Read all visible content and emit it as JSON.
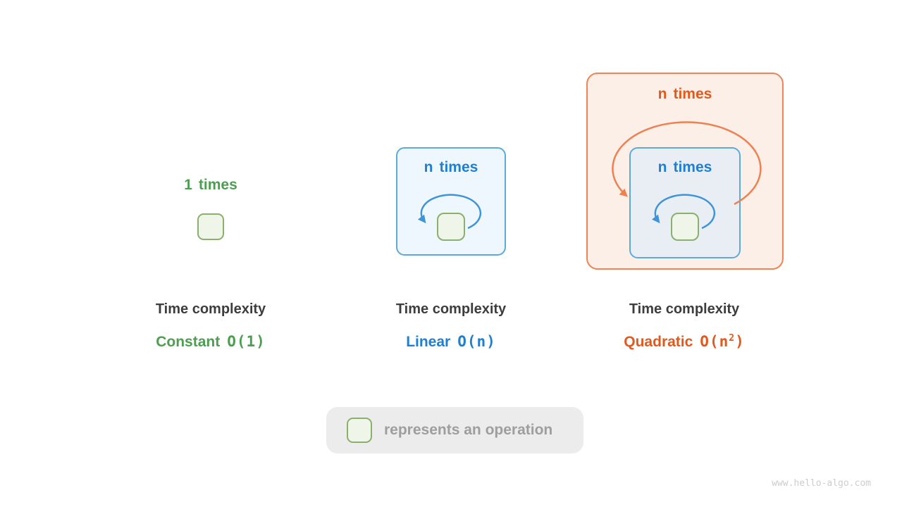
{
  "colors": {
    "green": "#4d9e51",
    "green_border": "#8ab06c",
    "green_fill": "#eff5e8",
    "blue": "#1f7fd1",
    "blue_border": "#5ea9dc",
    "blue_fill": "#eef7fd",
    "blue_inner_fill": "#e9eef5",
    "loop_blue": "#3e93d9",
    "orange": "#e2591c",
    "orange_border": "#ee8457",
    "orange_fill": "#fcefe7",
    "loop_orange": "#ee8052",
    "dark_text": "#3d3d3d",
    "gray_text": "#9e9e9e",
    "legend_bg": "#ececec",
    "watermark": "#cccccc"
  },
  "panels": {
    "constant": {
      "count": "1",
      "count_label": "times",
      "title": "Time complexity",
      "name": "Constant",
      "big_o": "O(1)"
    },
    "linear": {
      "count": "n",
      "count_label": "times",
      "title": "Time complexity",
      "name": "Linear",
      "big_o": "O(n)"
    },
    "quadratic": {
      "outer_count": "n",
      "outer_count_label": "times",
      "inner_count": "n",
      "inner_count_label": "times",
      "title": "Time complexity",
      "name": "Quadratic",
      "big_o": {
        "prefix": "O(n",
        "sup": "2",
        "suffix": ")"
      }
    }
  },
  "legend": {
    "label": "represents an operation"
  },
  "watermark": "www.hello-algo.com"
}
